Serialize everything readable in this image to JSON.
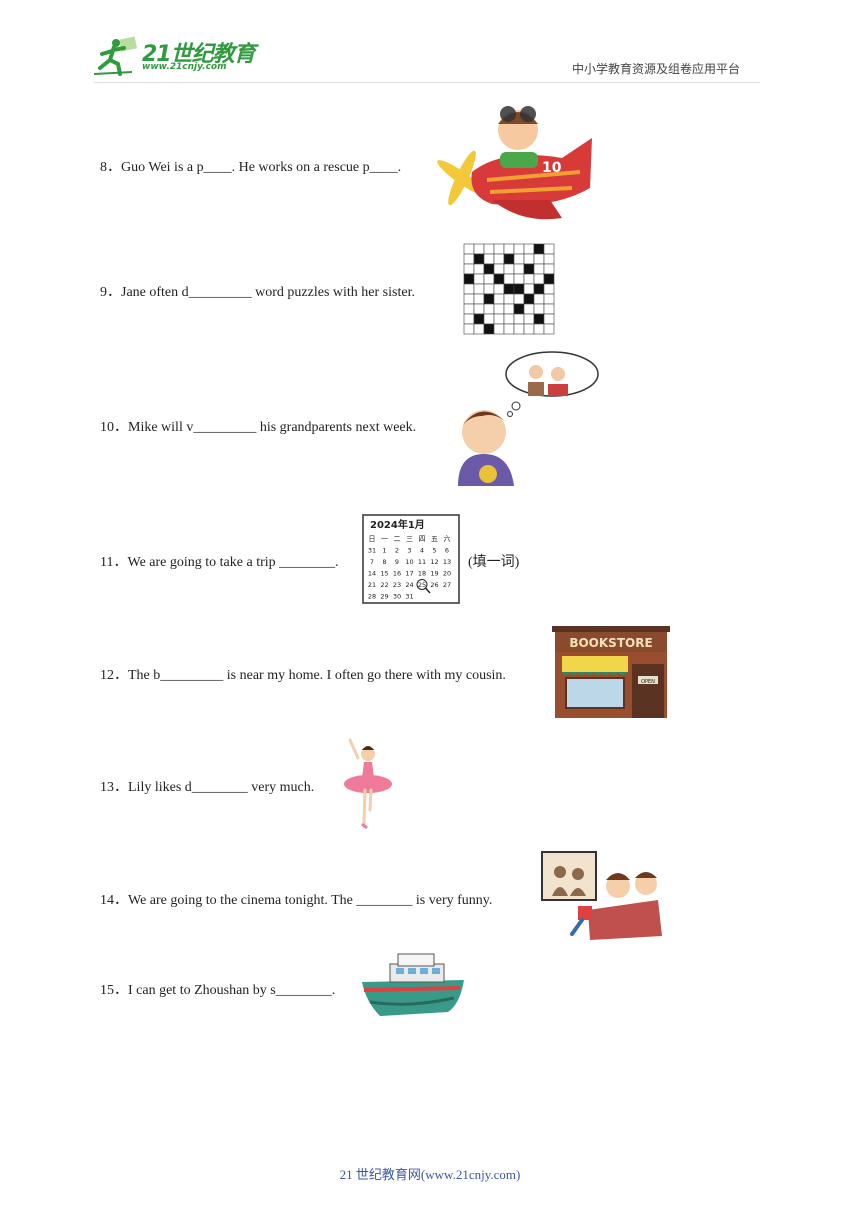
{
  "header": {
    "logo_text": "21世纪教育",
    "logo_url": "www.21cnjy.com",
    "platform_label": "中小学教育资源及组卷应用平台"
  },
  "questions": [
    {
      "num": "8．",
      "parts": [
        "Guo Wei is a p",
        "____",
        ". He works on a rescue p",
        "____",
        "."
      ],
      "image": "pilot-airplane-icon",
      "plane_number": "10"
    },
    {
      "num": "9．",
      "parts": [
        "Jane often d",
        "_________",
        "  word puzzles with her sister."
      ],
      "image": "crossword-icon"
    },
    {
      "num": "10．",
      "parts": [
        "Mike will v",
        "_________",
        "  his grandparents next week."
      ],
      "image": "boy-thinking-grandparents-icon"
    },
    {
      "num": "11．",
      "parts": [
        "We are going to take a trip  ",
        "________",
        "."
      ],
      "note": "(填一词)",
      "image": "calendar-icon",
      "calendar": {
        "title": "2024年1月",
        "weekdays": [
          "日",
          "一",
          "二",
          "三",
          "四",
          "五",
          "六"
        ],
        "rows": [
          [
            "31",
            "1",
            "2",
            "3",
            "4",
            "5",
            "6"
          ],
          [
            "7",
            "8",
            "9",
            "10",
            "11",
            "12",
            "13"
          ],
          [
            "14",
            "15",
            "16",
            "17",
            "18",
            "19",
            "20"
          ],
          [
            "21",
            "22",
            "23",
            "24",
            "25",
            "26",
            "27"
          ],
          [
            "28",
            "29",
            "30",
            "31",
            "",
            "",
            ""
          ]
        ],
        "highlight": "25"
      }
    },
    {
      "num": "12．",
      "parts": [
        "The b",
        "_________",
        "  is near my home. I often go there with my cousin."
      ],
      "image": "bookstore-icon",
      "store_sign": "BOOKSTORE",
      "door_sign": "OPEN"
    },
    {
      "num": "13．",
      "parts": [
        "Lily likes d",
        "________",
        "  very much."
      ],
      "image": "ballerina-icon"
    },
    {
      "num": "14．",
      "parts": [
        "We are going to the cinema tonight. The  ",
        "________",
        "  is very funny."
      ],
      "image": "cinema-audience-icon"
    },
    {
      "num": "15．",
      "parts": [
        "I can get to Zhoushan by s",
        "________",
        "."
      ],
      "image": "ship-icon"
    }
  ],
  "footer": "21 世纪教育网(www.21cnjy.com)"
}
